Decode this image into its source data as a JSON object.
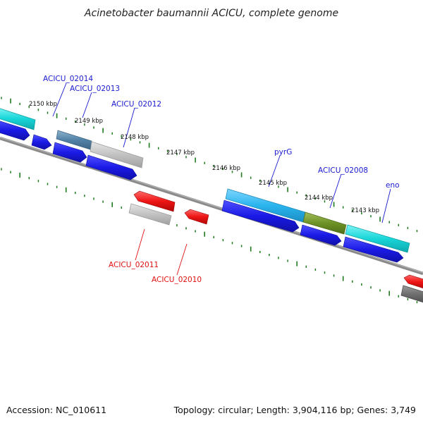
{
  "title": "Acinetobacter baumannii ACICU, complete genome",
  "footer": {
    "accession": "Accession: NC_010611",
    "topology": "Topology: circular; Length: 3,904,116 bp; Genes: 3,749"
  },
  "colors": {
    "backbone": "#7a7a7a",
    "ticks": "#1f7a1f",
    "cds": "#1a1ae6",
    "forward_label": "#1a1ad0",
    "reverse_label": "#e01010",
    "red_feature": "#e81010"
  },
  "scale": {
    "ticks": [
      {
        "label": "2150 kbp"
      },
      {
        "label": "2149 kbp"
      },
      {
        "label": "2148 kbp"
      },
      {
        "label": "2147 kbp"
      },
      {
        "label": "2146 kbp"
      },
      {
        "label": "2145 kbp"
      },
      {
        "label": "2144 kbp"
      },
      {
        "label": "2143 kbp"
      }
    ]
  },
  "forward_genes": [
    {
      "label": "ACICU_02014"
    },
    {
      "label": "ACICU_02013"
    },
    {
      "label": "ACICU_02012"
    },
    {
      "label": "pyrG"
    },
    {
      "label": "ACICU_02008"
    },
    {
      "label": "eno"
    }
  ],
  "reverse_genes": [
    {
      "label": "ACICU_02011"
    },
    {
      "label": "ACICU_02010"
    }
  ]
}
